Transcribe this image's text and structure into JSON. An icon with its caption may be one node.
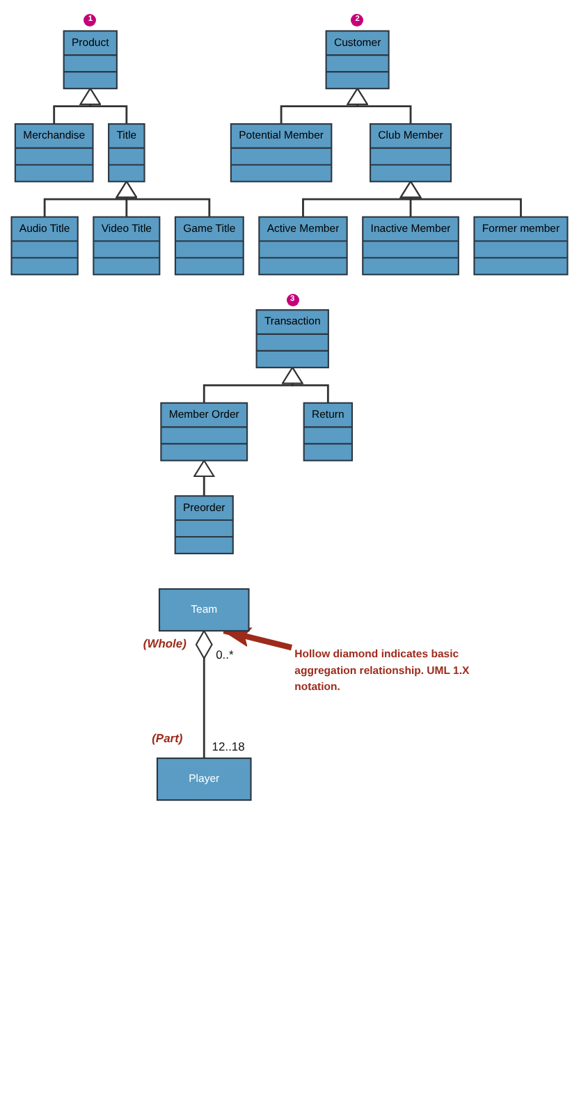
{
  "diagram": {
    "nodes": [
      {
        "text": [
          "Product"
        ],
        "beside": [
          "1"
        ]
      },
      {
        "text": [
          "Merchandise"
        ]
      },
      {
        "text": [
          "Title"
        ]
      },
      {
        "text": [
          "Audio Title"
        ]
      },
      {
        "text": [
          "Video Title"
        ]
      },
      {
        "text": [
          "Game Title"
        ]
      },
      {
        "text": [
          "Customer"
        ],
        "beside": [
          "2"
        ]
      },
      {
        "text": [
          "Potential Member"
        ]
      },
      {
        "text": [
          "Club Member"
        ]
      },
      {
        "text": [
          "Active Member"
        ]
      },
      {
        "text": [
          "Inactive Member"
        ]
      },
      {
        "text": [
          "Former member"
        ]
      },
      {
        "text": [
          "Transaction"
        ],
        "beside": [
          "3"
        ]
      },
      {
        "text": [
          "Member Order"
        ]
      },
      {
        "text": [
          "Return"
        ]
      },
      {
        "text": [
          "Preorder"
        ]
      },
      {
        "text": [
          "Team"
        ],
        "beside": [
          "(Whole)",
          "0..*"
        ]
      },
      {
        "text": [
          "Player"
        ],
        "beside": [
          "(Part)",
          "12..18"
        ]
      },
      {
        "text": [
          "Hollow diamond indicates basic aggregation relationship. UML 1.X notation."
        ]
      }
    ],
    "edges": [
      {
        "from": 1,
        "to": 0,
        "arrow": "to"
      },
      {
        "from": 2,
        "to": 0,
        "arrow": "to"
      },
      {
        "from": 3,
        "to": 2,
        "arrow": "to"
      },
      {
        "from": 4,
        "to": 2,
        "arrow": "to"
      },
      {
        "from": 5,
        "to": 2,
        "arrow": "to"
      },
      {
        "from": 7,
        "to": 6,
        "arrow": "to"
      },
      {
        "from": 8,
        "to": 6,
        "arrow": "to"
      },
      {
        "from": 9,
        "to": 8,
        "arrow": "to"
      },
      {
        "from": 10,
        "to": 8,
        "arrow": "to"
      },
      {
        "from": 11,
        "to": 8,
        "arrow": "to"
      },
      {
        "from": 13,
        "to": 12,
        "arrow": "to"
      },
      {
        "from": 14,
        "to": 12,
        "arrow": "to"
      },
      {
        "from": 15,
        "to": 13,
        "arrow": "to"
      },
      {
        "from": 17,
        "to": 16,
        "arrow": "other"
      },
      {
        "from": 18,
        "to": 16,
        "arrow": "to",
        "style": "thick",
        "color": "#9c2b1b"
      }
    ]
  }
}
